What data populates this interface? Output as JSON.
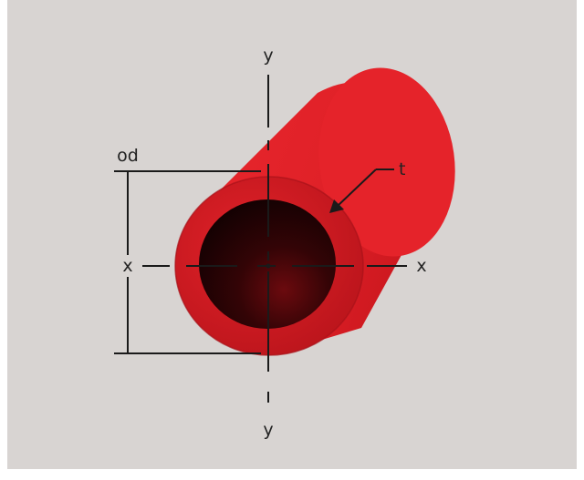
{
  "diagram": {
    "labels": {
      "y_top": "y",
      "y_bottom": "y",
      "x_left": "x",
      "x_right": "x",
      "od": "od",
      "t": "t"
    },
    "colors": {
      "background": "#d8d4d2",
      "tube": "#e5232a",
      "tube_dark": "#b5141b",
      "bore": "#2a0506",
      "lines": "#1a1a1a"
    },
    "object": "hollow-tube"
  }
}
